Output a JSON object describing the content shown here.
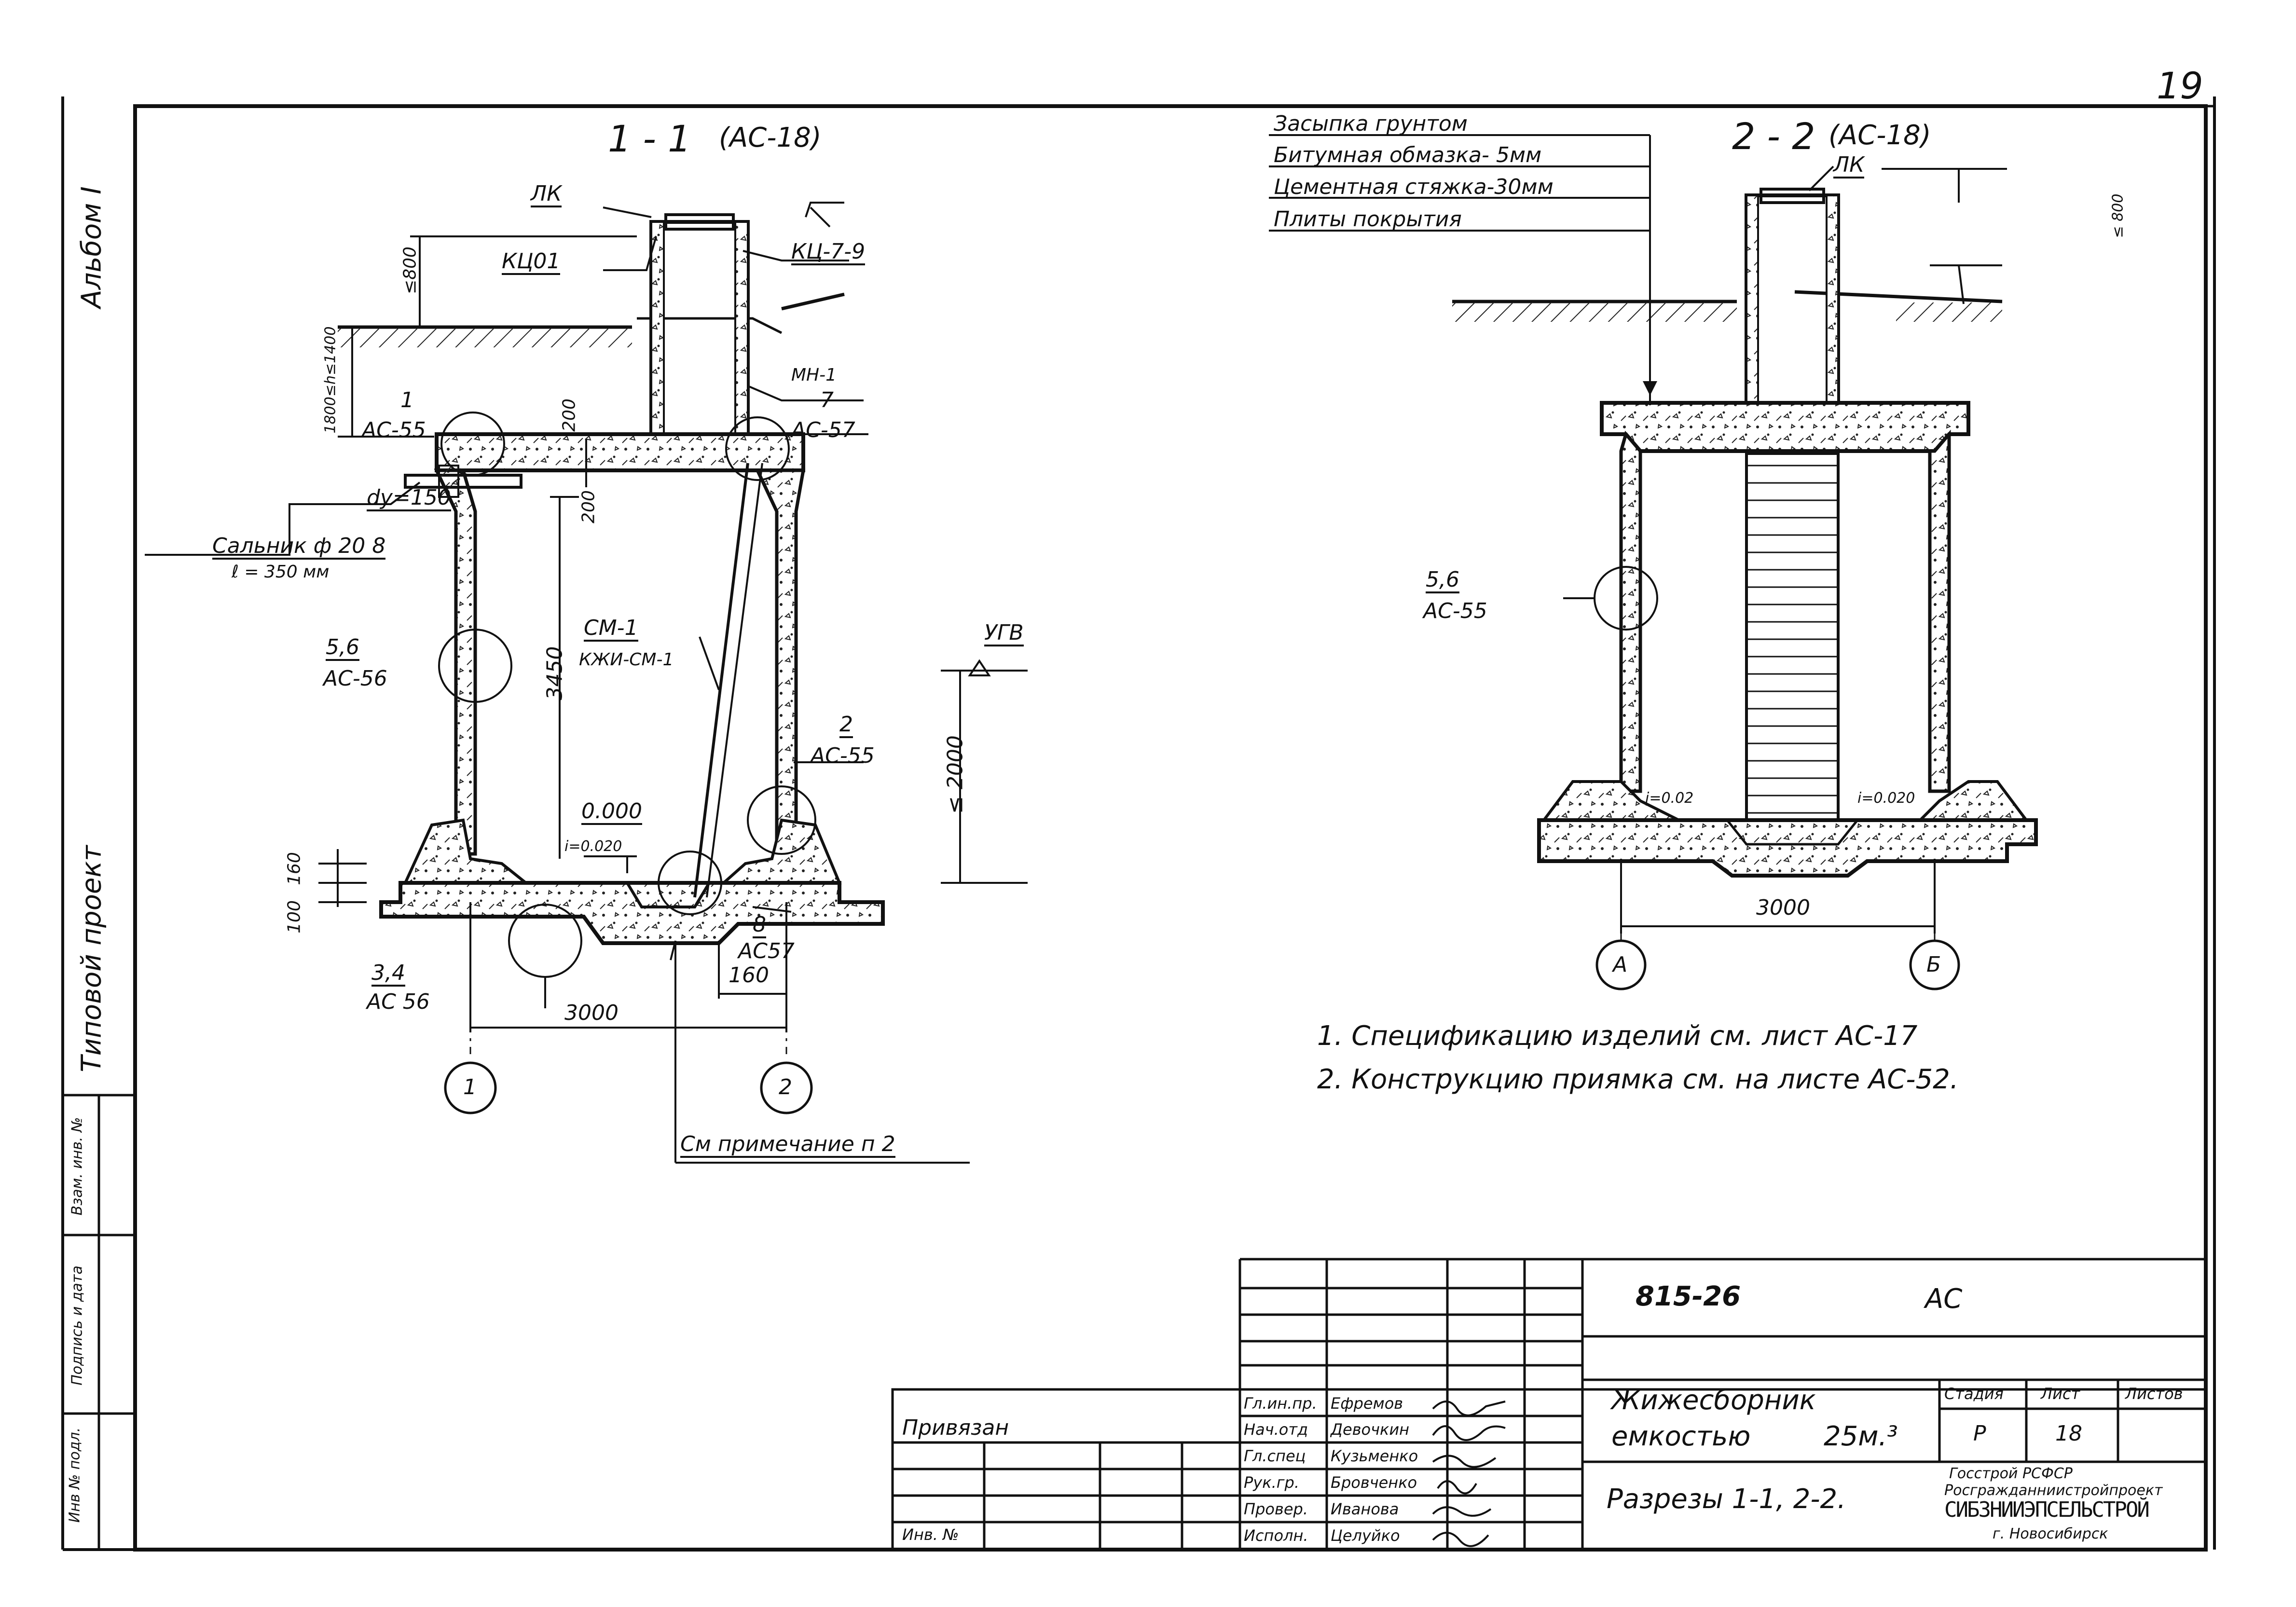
{
  "sheet": {
    "page_number": "19",
    "side_labels": {
      "album": "Альбом I",
      "project": "Типовой проект",
      "side_fields": [
        "Инв № подл.",
        "Подпись и дата",
        "Взам. инв. №"
      ]
    }
  },
  "section_1": {
    "title": "1 - 1",
    "ref": "(АС-18)",
    "labels": {
      "lk": "ЛК",
      "kc01": "КЦ01",
      "kc79": "КЦ-7-9",
      "mn": "МН-1",
      "dim_800": "≤800",
      "dim_h": "1800≤h≤1400",
      "dim_200a": "200",
      "dim_200b": "200",
      "dim_3450": "3450",
      "dim_2000": "≤ 2000",
      "dim_160": "160",
      "dim_100": "100",
      "dim_160b": "160",
      "dim_3000": "3000",
      "du": "dу=150",
      "salnik": "Сальник ф 20 8",
      "salnik_len": "ℓ = 350 мм",
      "cm1": "СМ-1",
      "cm1_ref": "КЖИ-СМ-1",
      "ugv": "УГВ",
      "zero": "0.000",
      "slope": "i=0.020",
      "see_note": "См примечание п 2"
    },
    "callouts": [
      {
        "num": "1",
        "ref": "АС-55"
      },
      {
        "num": "7",
        "ref": "АС-57"
      },
      {
        "num": "5,6",
        "ref": "АС-56"
      },
      {
        "num": "2",
        "ref": "АС-55"
      },
      {
        "num": "3,4",
        "ref": "АС 56"
      },
      {
        "num": "8",
        "ref": "АС57"
      }
    ],
    "axes": [
      "1",
      "2"
    ]
  },
  "section_2": {
    "title": "2 - 2",
    "ref": "(АС-18)",
    "legend": [
      "Засыпка грунтом",
      "Битумная обмазка- 5мм",
      "Цементная стяжка-30мм",
      "Плиты покрытия"
    ],
    "labels": {
      "lk": "ЛК",
      "dim_800": "≤ 800",
      "dim_3000": "3000",
      "slope_left": "i=0.02",
      "slope_right": "i=0.020"
    },
    "callouts": [
      {
        "num": "5,6",
        "ref": "АС-55"
      }
    ],
    "axes": [
      "А",
      "Б"
    ]
  },
  "notes": [
    "1. Спецификацию изделий см. лист АС-17",
    "2. Конструкцию приямка см. на листе АС-52."
  ],
  "title_block": {
    "doc_code": "815-26",
    "mark": "АС",
    "privyazan": "Привязан",
    "inv": "Инв. № ",
    "roles": [
      {
        "role": "Гл.ин.пр.",
        "name": "Ефремов"
      },
      {
        "role": "Нач.отд",
        "name": "Девочкин"
      },
      {
        "role": "Гл.спец",
        "name": "Кузьменко"
      },
      {
        "role": "Рук.гр.",
        "name": "Бровченко"
      },
      {
        "role": "Провер.",
        "name": "Иванова"
      },
      {
        "role": "Исполн.",
        "name": "Целуйко"
      }
    ],
    "object_name_line1": "Жижесборник",
    "object_name_line2": "емкостью",
    "capacity": "25м.³",
    "sheet_title": "Разрезы 1-1, 2-2.",
    "stage_header": "Стадия",
    "sheet_header": "Лист",
    "sheets_header": "Листов",
    "stage": "Р",
    "sheet_no": "18",
    "sheets_total": "",
    "org_line1": "Госстрой РСФСР",
    "org_line2": "Росгражданниистройпроект",
    "org_name": "СИБЗНИИЭПСЕЛЬСТРОЙ",
    "org_city": "г. Новосибирск"
  }
}
